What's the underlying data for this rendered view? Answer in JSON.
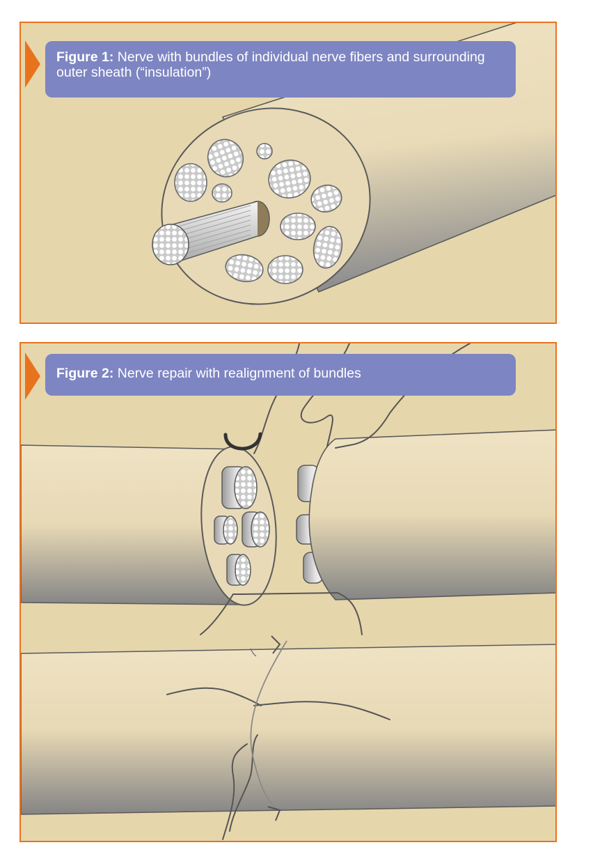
{
  "figure1": {
    "label": "Figure 1:",
    "text": " Nerve with bundles of individual nerve fibers and surrounding outer sheath (“insulation”)"
  },
  "figure2": {
    "label": "Figure 2:",
    "text": " Nerve repair with realignment of bundles"
  },
  "colors": {
    "accent": "#e8731f",
    "caption_bg": "#7d85c2",
    "background": "#e6d6ac",
    "nerve": "#efe3c4"
  }
}
